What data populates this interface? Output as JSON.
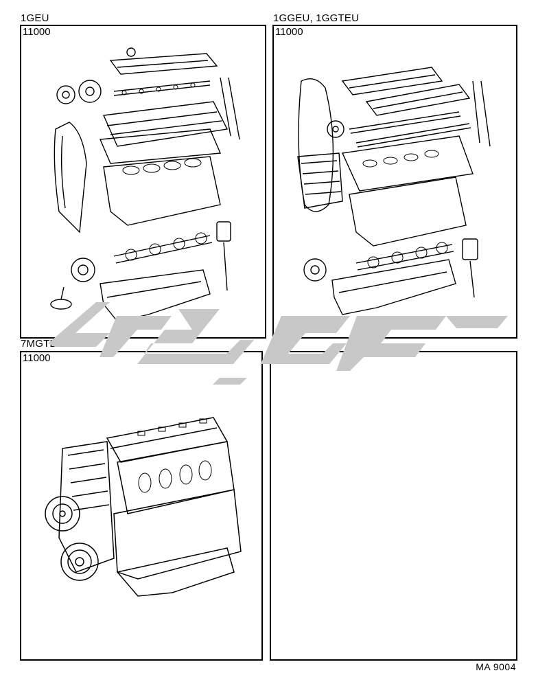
{
  "panels": [
    {
      "engine": "1GEU",
      "part_number": "11000"
    },
    {
      "engine": "1GGEU, 1GGTEU",
      "part_number": "11000"
    },
    {
      "engine": "7MGTEU",
      "part_number": "11000"
    },
    {
      "engine": "",
      "part_number": ""
    }
  ],
  "footer": {
    "code": "MA 9004"
  },
  "colors": {
    "line": "#000000",
    "watermark": "#c8c8c8"
  }
}
